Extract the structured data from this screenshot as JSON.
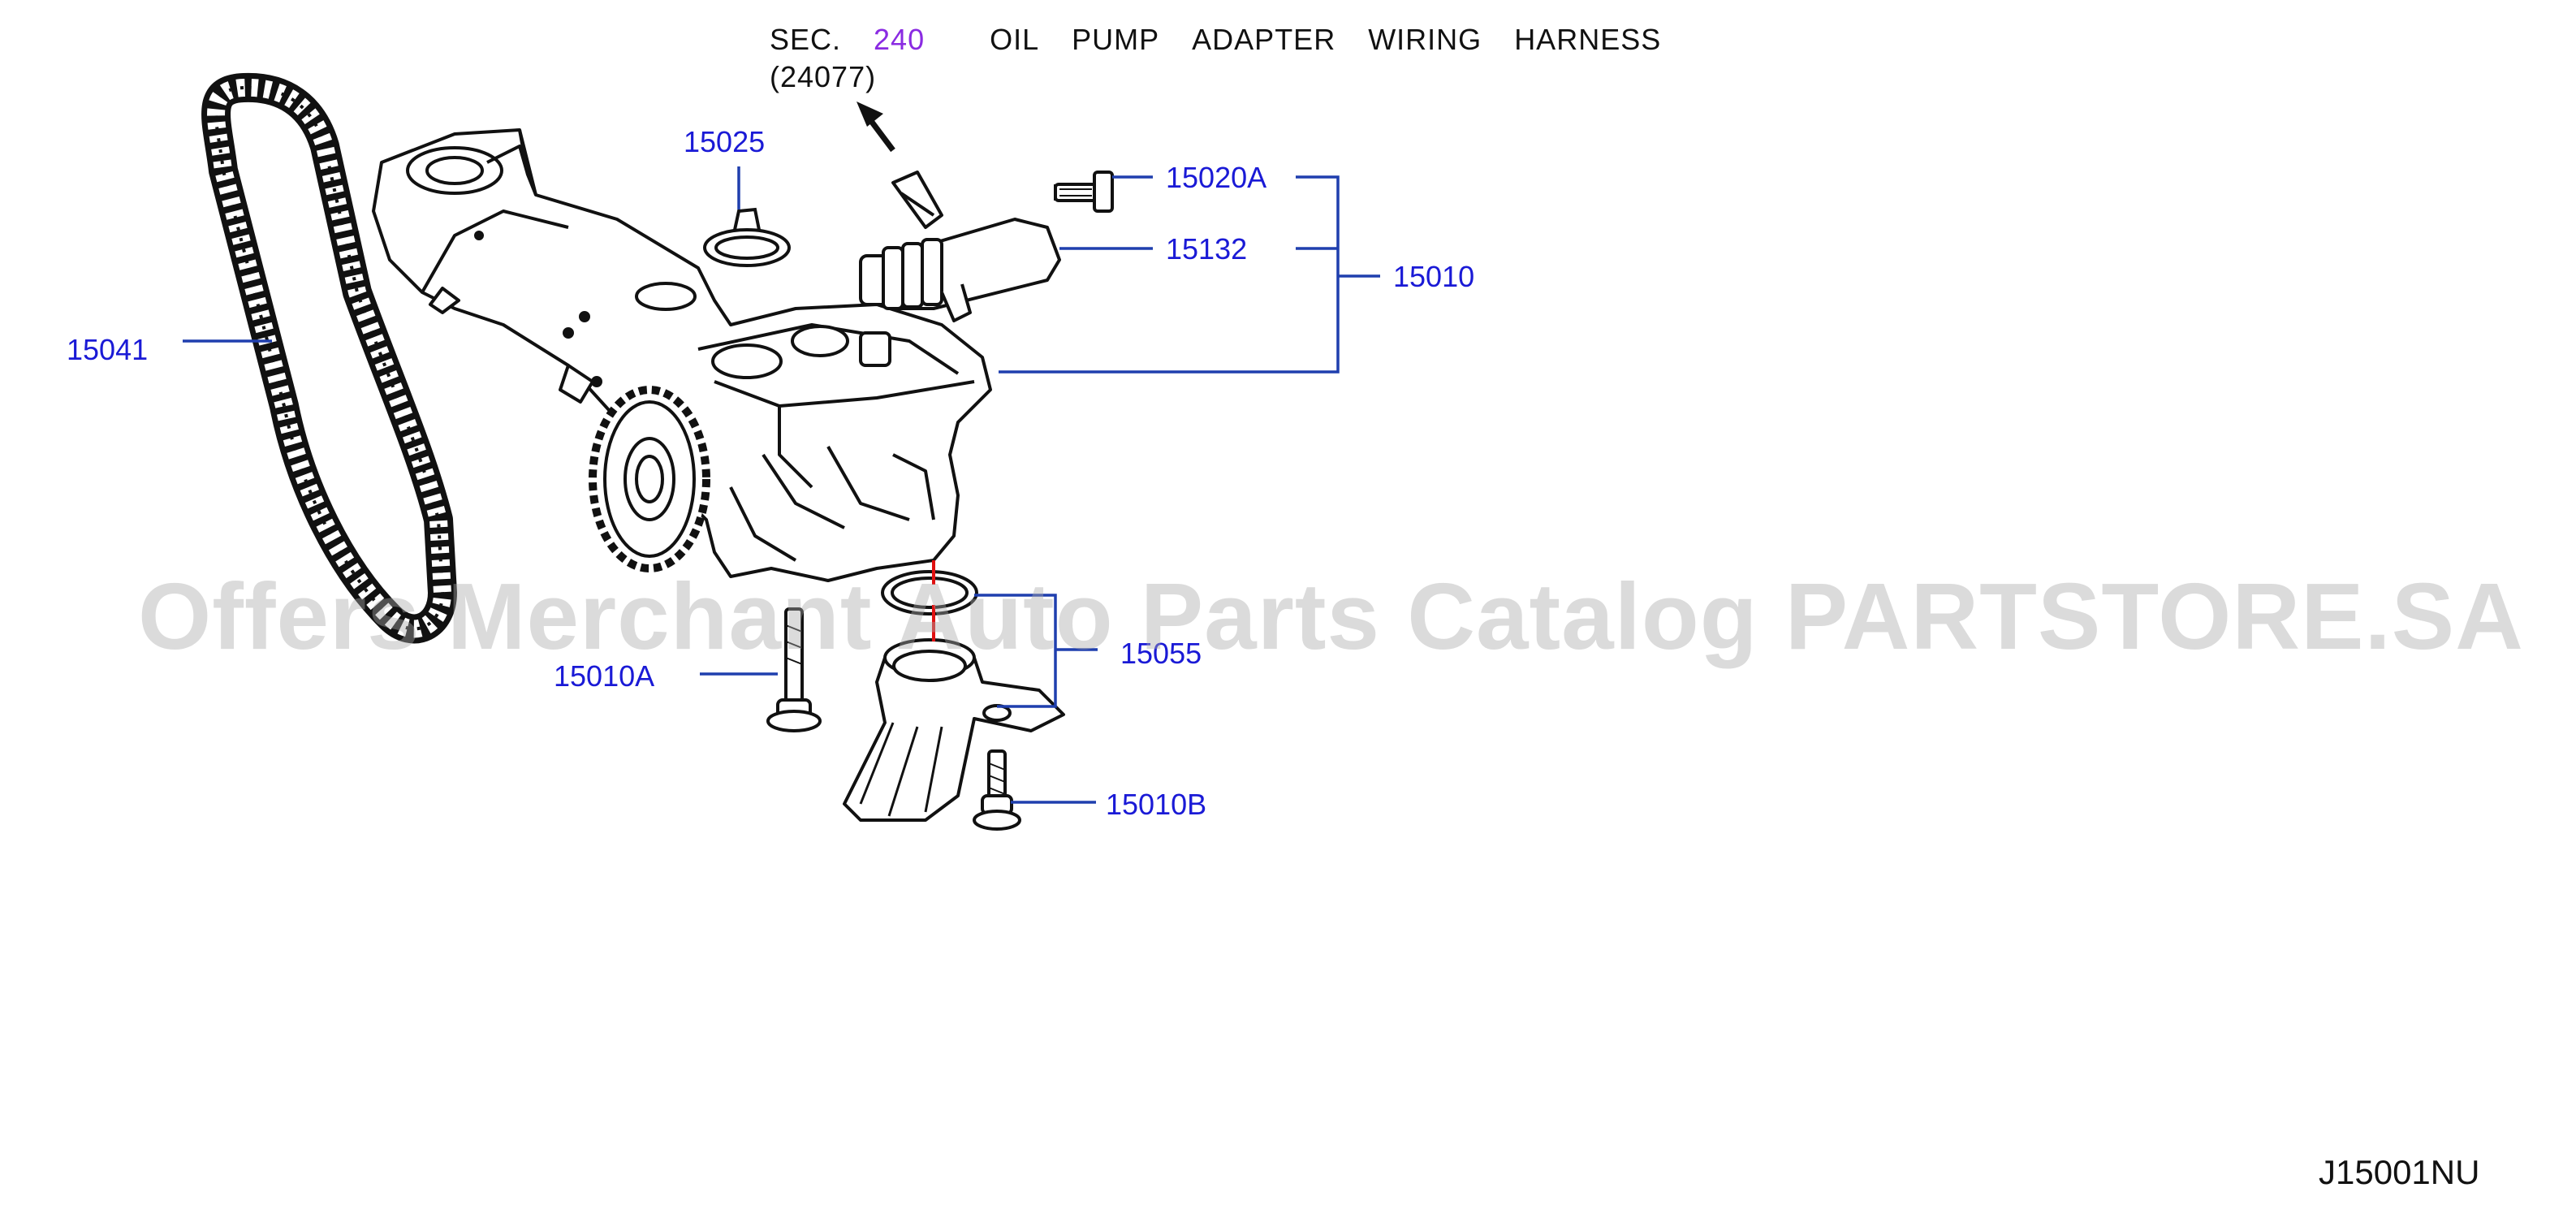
{
  "header": {
    "sec_prefix": "SEC.",
    "sec_number": "240",
    "sec_title_words": [
      "OIL",
      "PUMP",
      "ADAPTER",
      "WIRING",
      "HARNESS"
    ],
    "sec_code": "(24077)"
  },
  "callouts": {
    "c15025": "15025",
    "c15020A": "15020A",
    "c15132": "15132",
    "c15010": "15010",
    "c15041": "15041",
    "c15010A": "15010A",
    "c15055": "15055",
    "c15010B": "15010B"
  },
  "diagram_code": "J15001NU",
  "watermark": "Offers Merchant Auto Parts Catalog PARTSTORE.SA",
  "colors": {
    "callout": "#1a1ad6",
    "leader": "#1f3fae",
    "section_link": "#8a2be2",
    "line_art": "#111111",
    "watermark": "#aaaaaa"
  }
}
